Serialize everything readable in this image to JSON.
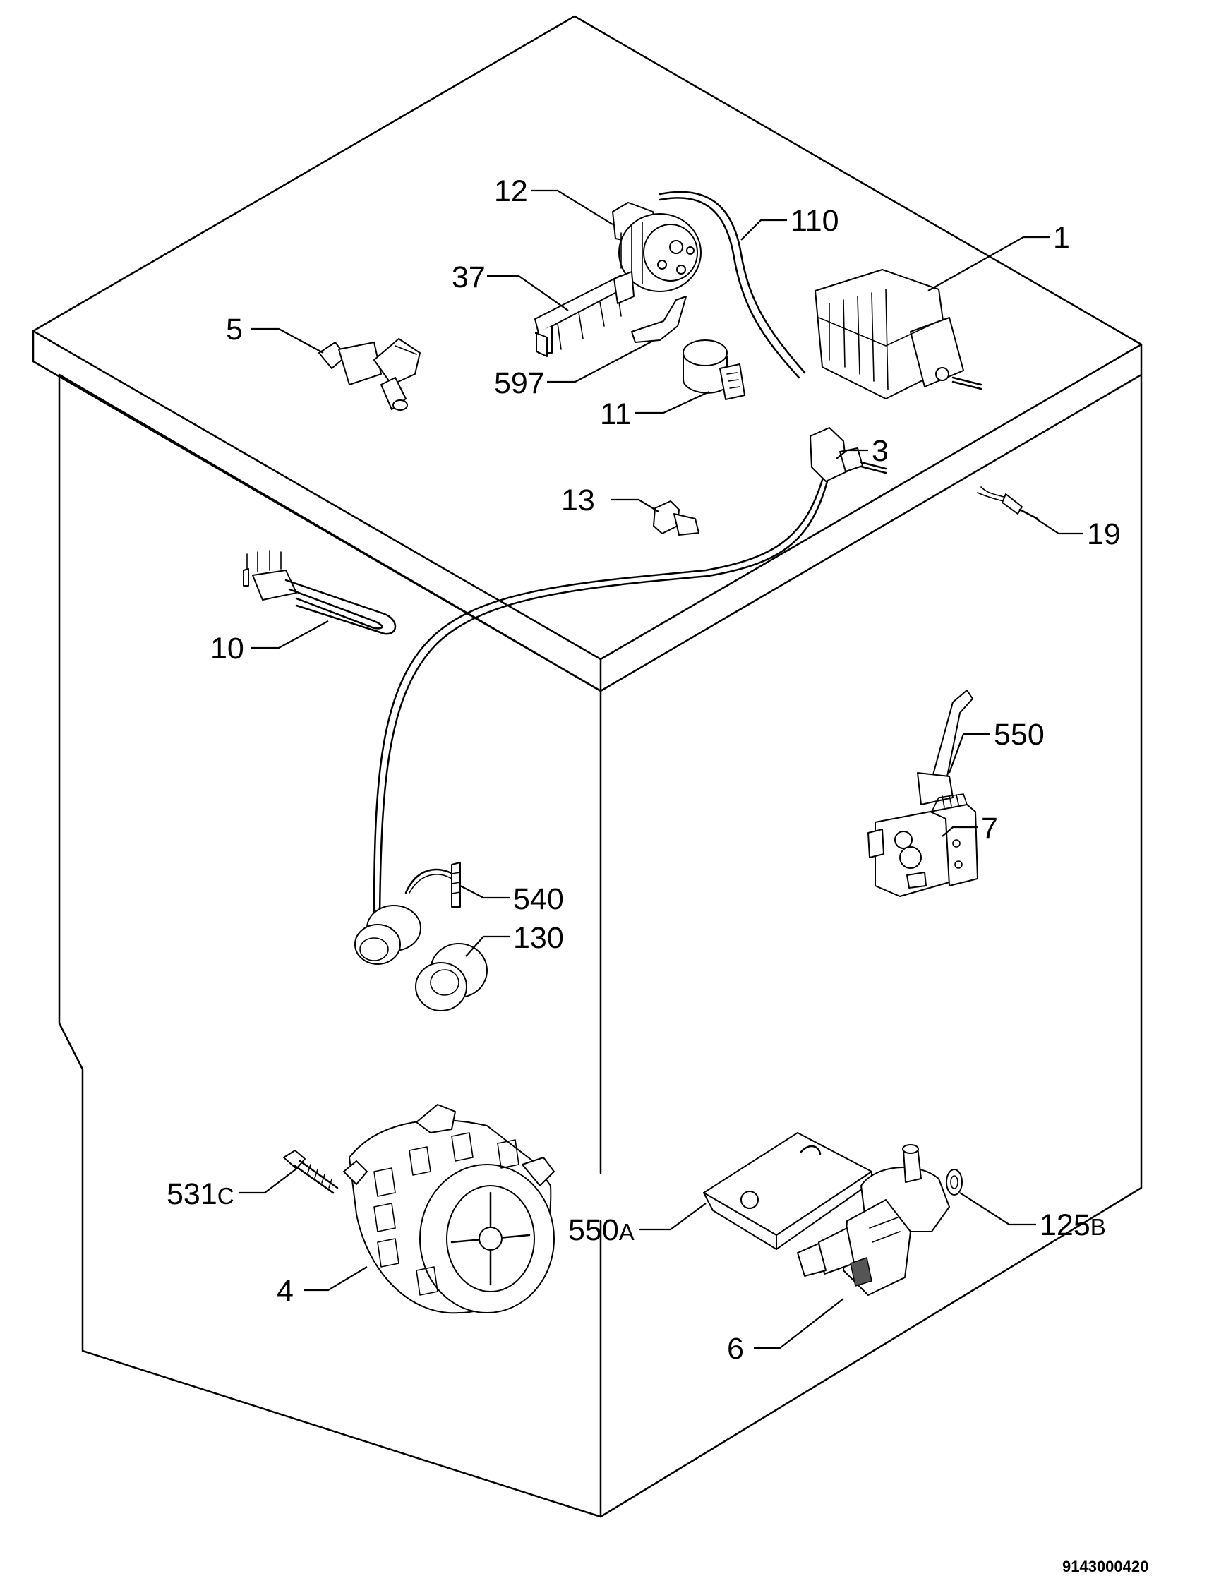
{
  "diagram_code": "9143000420",
  "labels": {
    "l1": "1",
    "l3": "3",
    "l4": "4",
    "l5": "5",
    "l6": "6",
    "l7": "7",
    "l10": "10",
    "l11": "11",
    "l12": "12",
    "l13": "13",
    "l19": "19",
    "l37": "37",
    "l110": "110",
    "l130": "130",
    "l540": "540",
    "l550": "550",
    "l597": "597",
    "l531_num": "531",
    "l531_suffix": "C",
    "l550a_num": "550",
    "l550a_suffix": "A",
    "l125_num": "125",
    "l125_suffix": "B"
  }
}
